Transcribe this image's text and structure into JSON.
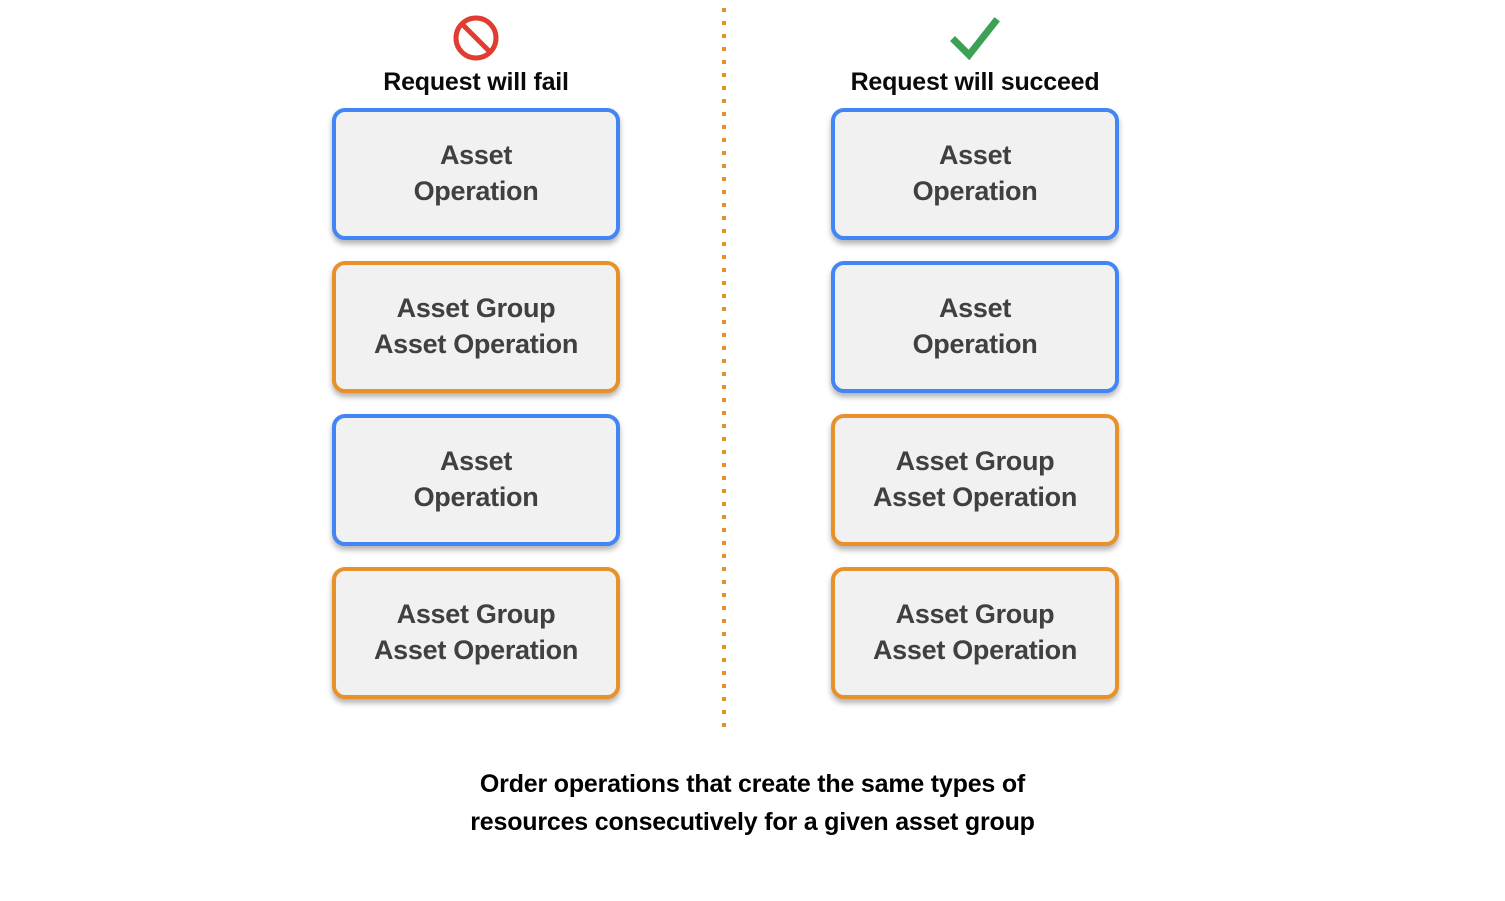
{
  "colors": {
    "blue_border": "#4285F4",
    "orange_border": "#E8912A",
    "card_fill": "#F1F1F1",
    "card_text": "#404040",
    "fail_icon": "#E03C31",
    "success_icon": "#3CA055",
    "divider": "#E8912A",
    "background": "#FFFFFF"
  },
  "columns": [
    {
      "id": "fail",
      "icon": "prohibition-icon",
      "header": "Request will fail",
      "cards": [
        {
          "type": "blue",
          "line1": "Asset",
          "line2": "Operation"
        },
        {
          "type": "orange",
          "line1": "Asset Group",
          "line2": "Asset Operation"
        },
        {
          "type": "blue",
          "line1": "Asset",
          "line2": "Operation"
        },
        {
          "type": "orange",
          "line1": "Asset Group",
          "line2": "Asset Operation"
        }
      ]
    },
    {
      "id": "succeed",
      "icon": "checkmark-icon",
      "header": "Request will succeed",
      "cards": [
        {
          "type": "blue",
          "line1": "Asset",
          "line2": "Operation"
        },
        {
          "type": "blue",
          "line1": "Asset",
          "line2": "Operation"
        },
        {
          "type": "orange",
          "line1": "Asset Group",
          "line2": "Asset Operation"
        },
        {
          "type": "orange",
          "line1": "Asset Group",
          "line2": "Asset Operation"
        }
      ]
    }
  ],
  "caption": {
    "line1": "Order operations that create the same types of",
    "line2": "resources consecutively for a given asset group"
  }
}
